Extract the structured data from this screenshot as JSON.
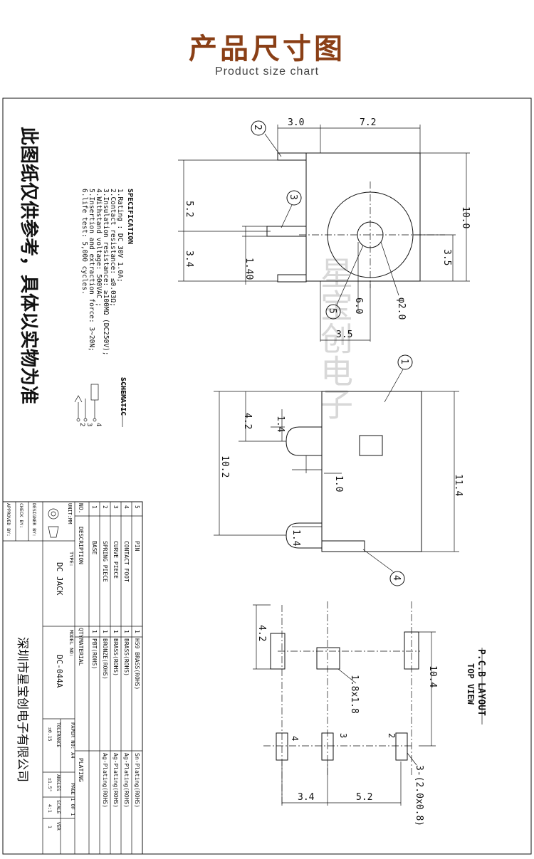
{
  "header": {
    "title_cn": "产品尺寸图",
    "title_en": "Product size chart"
  },
  "note_cn": "此图纸仅供参考，具体以实物为准",
  "specification": {
    "heading": "SPECIFICATION",
    "items": [
      "1.Rating : DC 30V 1.0A;",
      "2.Contact resistance: ≤0.03Ω;",
      "3.Insulation resistance: ≥100MΩ (DC250V);",
      "4.Withstand voltage: 500VAC ;",
      "5.Insertion and extraction force: 3~20N;",
      "6.life test: 5,000 cycles."
    ]
  },
  "schematic": {
    "heading": "SCHEMATIC",
    "pins": [
      "4",
      "3",
      "2"
    ]
  },
  "pcb_layout": {
    "heading": "P.C.B LAYOUT",
    "subheading": "TOP VIEW"
  },
  "dimensions": {
    "top_view": [
      "3.0",
      "7.2",
      "5.2",
      "3.4",
      "1.40",
      "10.0",
      "3.5",
      "6.0",
      "φ2.0",
      "3.5"
    ],
    "side_view": [
      "4.2",
      "1.4",
      "10.2",
      "1.0",
      "11.4",
      "1.4"
    ],
    "pcb": [
      "4.2",
      "1.8x1.8",
      "10.4",
      "3.4",
      "5.2",
      "3-(2.0x0.8)"
    ]
  },
  "callouts": [
    "2",
    "3",
    "5",
    "1",
    "4"
  ],
  "pcb_pin_labels": [
    "4",
    "3",
    "2"
  ],
  "watermark": "星宝创电子",
  "bom": {
    "col_no": "NO.",
    "col_desc": "DESCRIPTION",
    "col_qty": "QTY",
    "col_material": "MATERIAL",
    "col_plating": "PLATING",
    "rows": [
      {
        "no": "5",
        "desc": "PIN",
        "qty": "1",
        "material": "H59 BRASS(ROHS)",
        "plating": "Sn-Plating(ROHS)"
      },
      {
        "no": "4",
        "desc": "CONTACT FOOT",
        "qty": "1",
        "material": "BRASS(ROHS)",
        "plating": "Ag-Plating(ROHS)"
      },
      {
        "no": "3",
        "desc": "CURVE PIECE",
        "qty": "1",
        "material": "BRASS(ROHS)",
        "plating": "Ag-Plating(ROHS)"
      },
      {
        "no": "2",
        "desc": "SPRING PIECE",
        "qty": "1",
        "material": "BRONZE(ROHS)",
        "plating": "Ag-Plating(ROHS)"
      },
      {
        "no": "1",
        "desc": "BASE",
        "qty": "1",
        "material": "PBT(ROHS)",
        "plating": ""
      }
    ]
  },
  "title_block": {
    "unit": "UNIT:MM",
    "type_label": "TYPE:",
    "type_value": "DC JACK",
    "model_label": "MODEL NO:",
    "model_value": "DC-044A",
    "paper_label": "PAPER NO: A4",
    "page_label": "PAGE 1 OF 1",
    "tolerance_label": "TOLERANCE",
    "angles_label": "ANGLES",
    "scale_label": "SCALE",
    "ver_label": "VER",
    "tolerance_value": "±0.15",
    "angles_value": "±1.5°",
    "scale_value": "4:1",
    "ver_value": "1",
    "designer": "DESIGNER BY:",
    "check": "CHECK   BY:",
    "approved": "APPROVED BY:",
    "company": "深圳市星宝创电子有限公司"
  }
}
